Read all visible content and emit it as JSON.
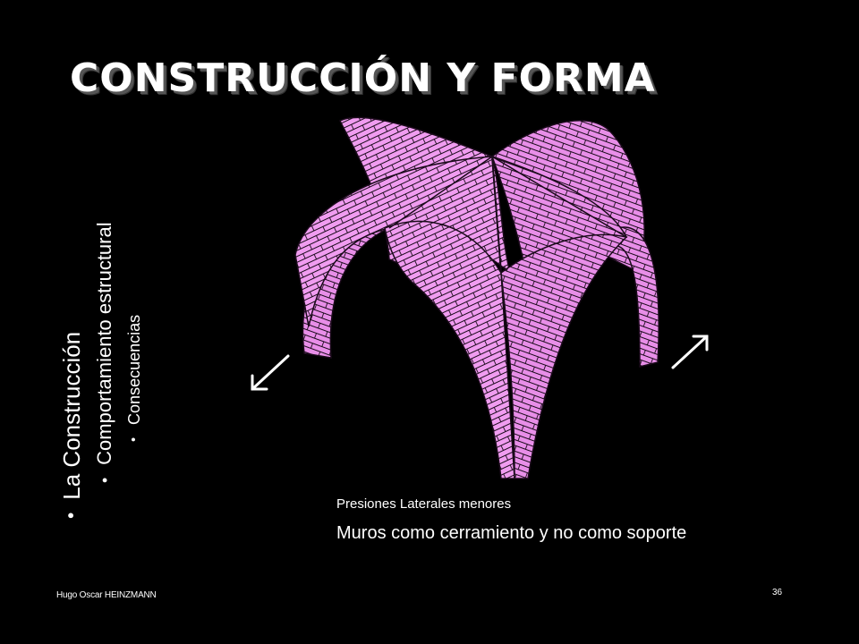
{
  "slide": {
    "title": "CONSTRUCCIÓN Y FORMA",
    "bullets": {
      "level1": "La Construcción",
      "level2": "Comportamiento estructural",
      "level3": "Consecuencias",
      "bullet_glyph": "•"
    },
    "image": {
      "description_icon": "ribbed-vault-icon",
      "arrows": [
        "arrow-down-left-icon",
        "arrow-up-right-icon"
      ]
    },
    "caption_small": "Presiones Laterales menores",
    "caption_large": "Muros como cerramiento y no como soporte",
    "author": "Hugo Oscar HEINZMANN",
    "page_number": "36"
  },
  "colors": {
    "background": "#000000",
    "text": "#ffffff",
    "vault_fill": "#f09cf0",
    "vault_shade": "#d478d6",
    "vault_lines": "#1a0a1a"
  }
}
